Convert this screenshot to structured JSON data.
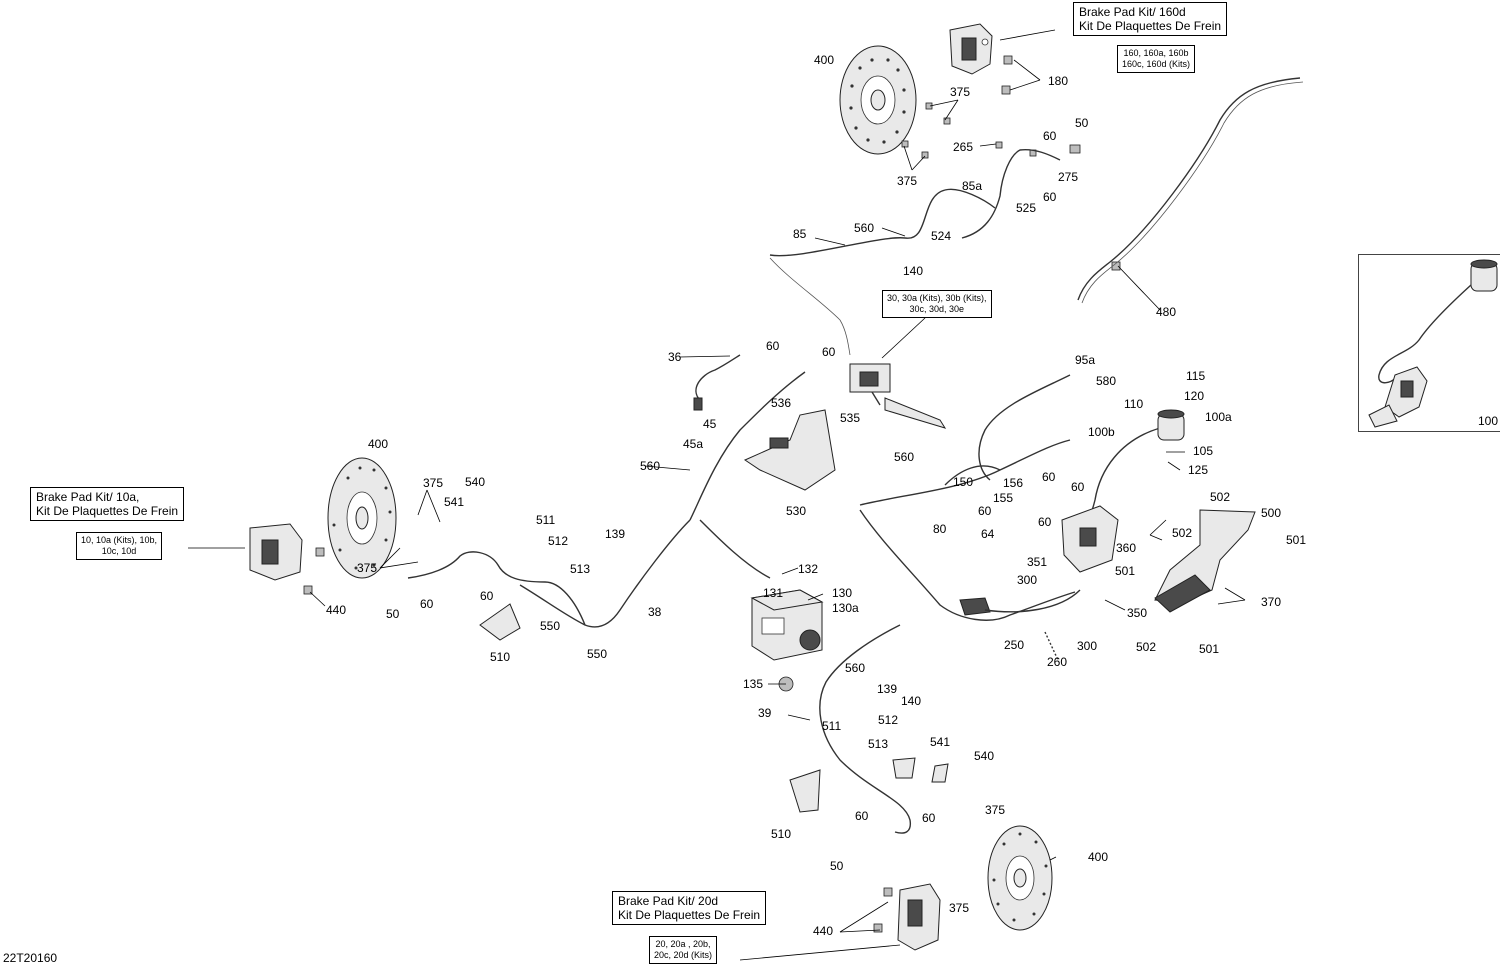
{
  "kits": {
    "rear_upper": {
      "title_en": "Brake Pad Kit/ 160d",
      "title_fr": "Kit De Plaquettes De Frein",
      "refs_line1": "160, 160a, 160b",
      "refs_line2": "160c, 160d (Kits)"
    },
    "front_left": {
      "title_en": "Brake Pad Kit/ 10a,",
      "title_fr": "Kit De Plaquettes De Frein",
      "refs_line1": "10, 10a (Kits), 10b,",
      "refs_line2": "10c, 10d"
    },
    "front_right": {
      "title_en": "Brake Pad Kit/ 20d",
      "title_fr": "Kit De Plaquettes De Frein",
      "refs_line1": "20, 20a , 20b,",
      "refs_line2": "20c, 20d  (Kits)"
    },
    "master_cyl": {
      "refs_line1": "30, 30a (Kits), 30b (Kits),",
      "refs_line2": "30c, 30d, 30e"
    }
  },
  "inset": {
    "label": "100"
  },
  "footer": {
    "code": "22T20160"
  },
  "callouts": [
    "400",
    "375",
    "375",
    "265",
    "60",
    "50",
    "275",
    "60",
    "85a",
    "525",
    "524",
    "560",
    "85",
    "140",
    "180",
    "480",
    "36",
    "60",
    "60",
    "45",
    "536",
    "535",
    "45a",
    "560",
    "560",
    "150",
    "95a",
    "580",
    "115",
    "120",
    "110",
    "100a",
    "100b",
    "105",
    "125",
    "156",
    "155",
    "60",
    "60",
    "60",
    "80",
    "60",
    "64",
    "351",
    "360",
    "502",
    "500",
    "502",
    "501",
    "501",
    "370",
    "300",
    "350",
    "250",
    "260",
    "300",
    "502",
    "501",
    "400",
    "375",
    "541",
    "540",
    "375",
    "50",
    "60",
    "60",
    "440",
    "511",
    "512",
    "513",
    "139",
    "38",
    "550",
    "550",
    "510",
    "132",
    "131",
    "130",
    "130a",
    "560",
    "135",
    "139",
    "140",
    "39",
    "511",
    "512",
    "513",
    "541",
    "540",
    "510",
    "60",
    "60",
    "50",
    "375",
    "375",
    "400",
    "440",
    "530"
  ],
  "icons": [
    "brake-disc-icon",
    "caliper-icon",
    "abs-module-icon",
    "master-cylinder-icon",
    "reservoir-icon",
    "pedal-bracket-icon",
    "bolt-icon",
    "brake-line-icon"
  ]
}
